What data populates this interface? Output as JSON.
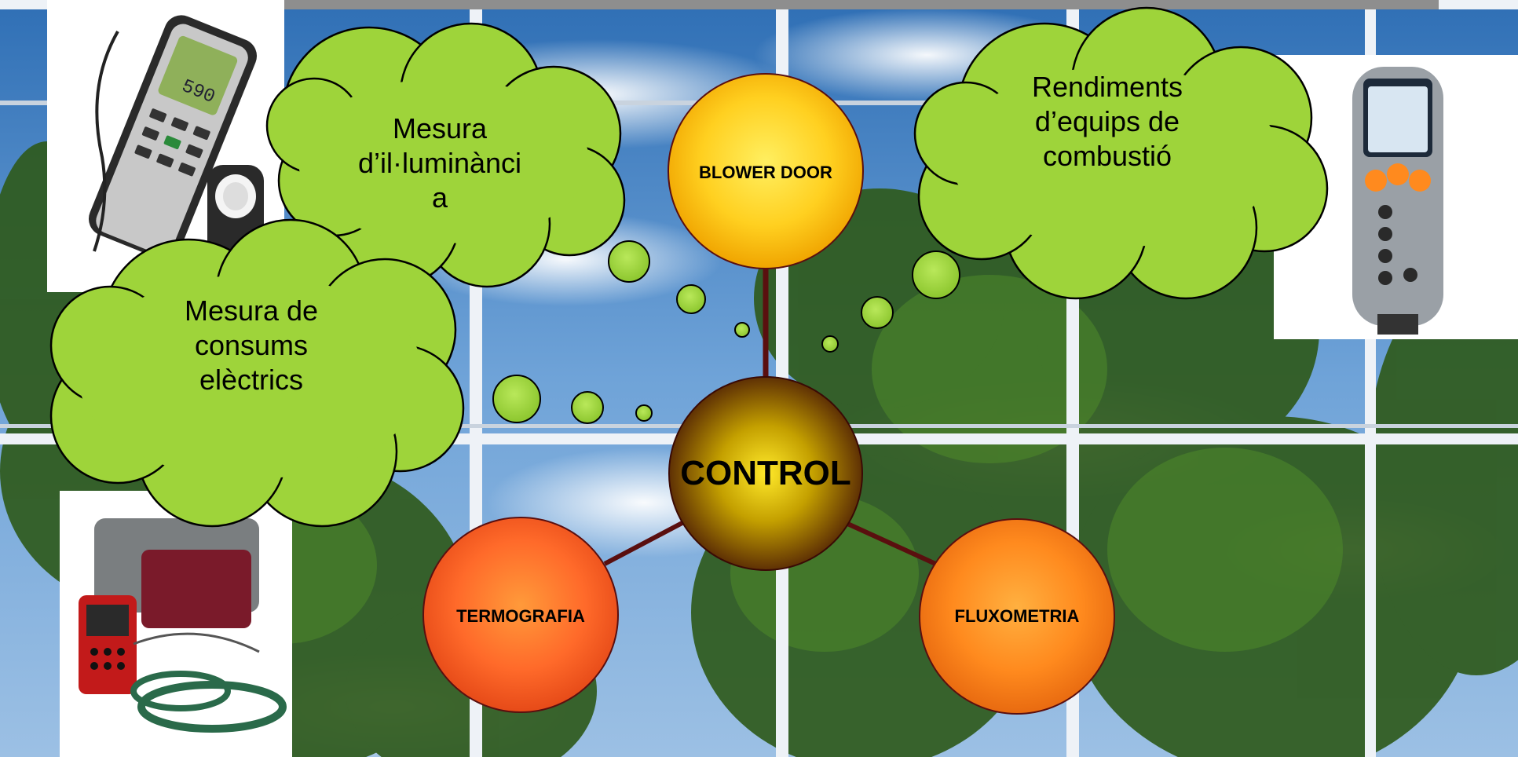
{
  "diagram": {
    "center": {
      "label": "CONTROL"
    },
    "nodes": [
      {
        "id": "blower-door",
        "label": "BLOWER DOOR"
      },
      {
        "id": "termografia",
        "label": "TERMOGRAFIA"
      },
      {
        "id": "fluxometria",
        "label": "FLUXOMETRIA"
      }
    ],
    "clouds": [
      {
        "id": "illuminancia",
        "lines": [
          "Mesura",
          "d’il·luminànci",
          "a"
        ]
      },
      {
        "id": "consums",
        "lines": [
          "Mesura de",
          "consums",
          "elèctrics"
        ]
      },
      {
        "id": "combustio",
        "lines": [
          "Rendiments",
          "d’equips de",
          "combustió"
        ]
      }
    ],
    "device_screen": {
      "lux_value": "590"
    }
  },
  "colors": {
    "sky": "#3f7fc2",
    "foliage": "#2f5a1c",
    "frame": "#eef2f7",
    "cloud_fill": "#9ed43a",
    "connector": "#5a0f0f",
    "blower_door": "#ffd21a",
    "termografia": "#ff6a2a",
    "fluxometria": "#ff8a1e",
    "control": "#8a6a00"
  }
}
